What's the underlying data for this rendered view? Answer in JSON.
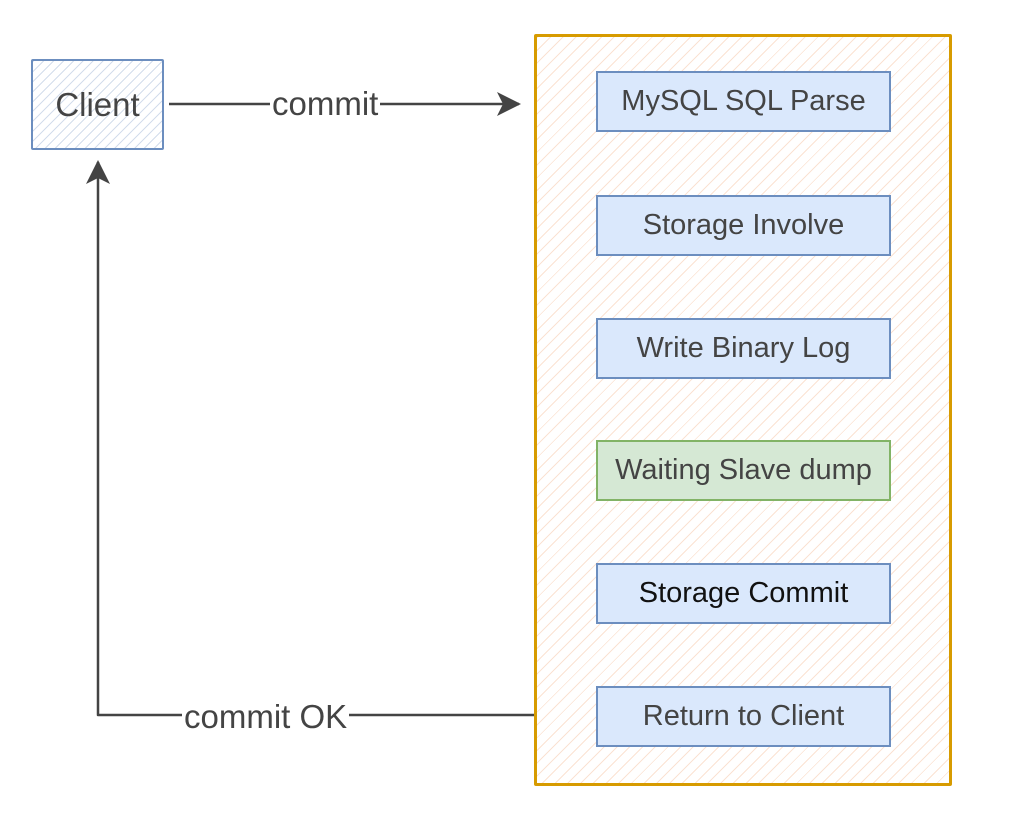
{
  "client": {
    "label": "Client"
  },
  "edges": {
    "request_label": "commit",
    "response_label": "commit OK"
  },
  "pipeline": {
    "steps": [
      {
        "label": "MySQL SQL Parse",
        "fill": "#dae8fc",
        "stroke": "#6c8ebf"
      },
      {
        "label": "Storage Involve",
        "fill": "#dae8fc",
        "stroke": "#6c8ebf"
      },
      {
        "label": "Write Binary Log",
        "fill": "#dae8fc",
        "stroke": "#6c8ebf"
      },
      {
        "label": "Waiting Slave dump",
        "fill": "#d5e8d4",
        "stroke": "#82b366"
      },
      {
        "label": "Storage Commit",
        "fill": "#dae8fc",
        "stroke": "#6c8ebf"
      },
      {
        "label": "Return to Client",
        "fill": "#dae8fc",
        "stroke": "#6c8ebf"
      }
    ]
  },
  "colors": {
    "container_stroke": "#d79b00",
    "container_hatch": "#f0a06e",
    "client_stroke": "#6c8ebf",
    "arrow": "#444444"
  }
}
